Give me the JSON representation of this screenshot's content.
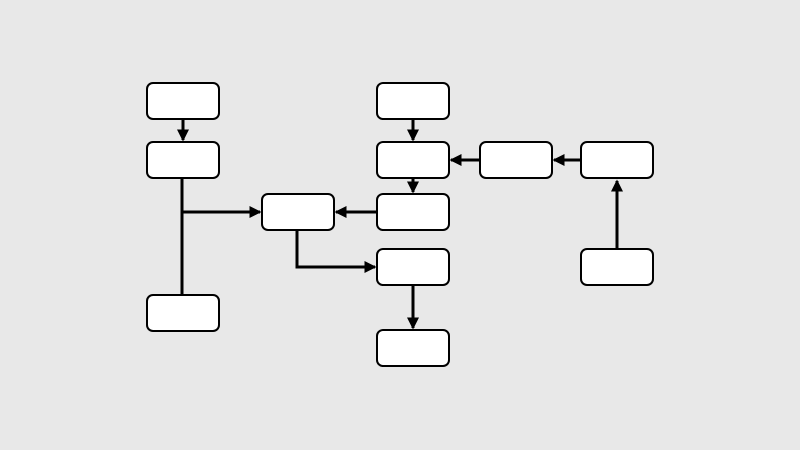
{
  "diagram": {
    "background_color": "#e8e8e8",
    "node_fill": "#ffffff",
    "stroke_color": "#000000",
    "nodes": [
      {
        "id": "n1",
        "label": ""
      },
      {
        "id": "n2",
        "label": ""
      },
      {
        "id": "n3",
        "label": ""
      },
      {
        "id": "n4",
        "label": ""
      },
      {
        "id": "n5",
        "label": ""
      },
      {
        "id": "n6",
        "label": ""
      },
      {
        "id": "n7",
        "label": ""
      },
      {
        "id": "n8",
        "label": ""
      },
      {
        "id": "n9",
        "label": ""
      },
      {
        "id": "n10",
        "label": ""
      },
      {
        "id": "n11",
        "label": ""
      },
      {
        "id": "n12",
        "label": ""
      }
    ],
    "edges": [
      {
        "id": "e1",
        "from": "n1",
        "to": "n2",
        "directed": true
      },
      {
        "id": "e2",
        "from": "n3",
        "to": "n4",
        "directed": true
      },
      {
        "id": "e3",
        "from": "n5",
        "to": "n4",
        "directed": true
      },
      {
        "id": "e4",
        "from": "n6",
        "to": "n5",
        "directed": true
      },
      {
        "id": "e5",
        "from": "n4",
        "to": "n8",
        "directed": true
      },
      {
        "id": "e6",
        "from": "n8",
        "to": "n7",
        "directed": true
      },
      {
        "id": "e7",
        "from": "n2",
        "to": "n7",
        "directed": true
      },
      {
        "id": "e8",
        "from": "n12",
        "to": "n2",
        "directed": false
      },
      {
        "id": "e9",
        "from": "n7",
        "to": "n9",
        "directed": true
      },
      {
        "id": "e10",
        "from": "n9",
        "to": "n10",
        "directed": true
      },
      {
        "id": "e11",
        "from": "n11",
        "to": "n6",
        "directed": true
      }
    ]
  }
}
